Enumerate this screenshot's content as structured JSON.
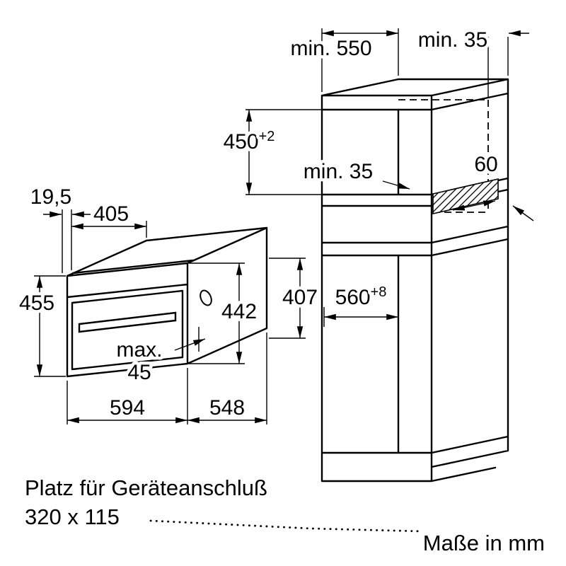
{
  "diagram": {
    "cabinet": {
      "dims": {
        "depth": "min. 550",
        "wall_gap": "min. 35",
        "niche_height": "450",
        "niche_height_tol": "+2",
        "rear_gap": "min. 35",
        "vent": "60",
        "inner_depth": "560",
        "inner_depth_tol": "+8"
      }
    },
    "oven": {
      "dims": {
        "front_frame_depth": "19,5",
        "top_depth": "405",
        "height": "455",
        "height_back": "407",
        "body_height": "442",
        "handle_line1": "max.",
        "handle_line2": "45",
        "width": "594",
        "depth": "548"
      }
    },
    "notes": {
      "connection_line1": "Platz für Geräteanschluß",
      "connection_line2": "320 x 115",
      "units": "Maße in mm"
    },
    "colors": {
      "line": "#000000",
      "background": "#ffffff"
    }
  }
}
